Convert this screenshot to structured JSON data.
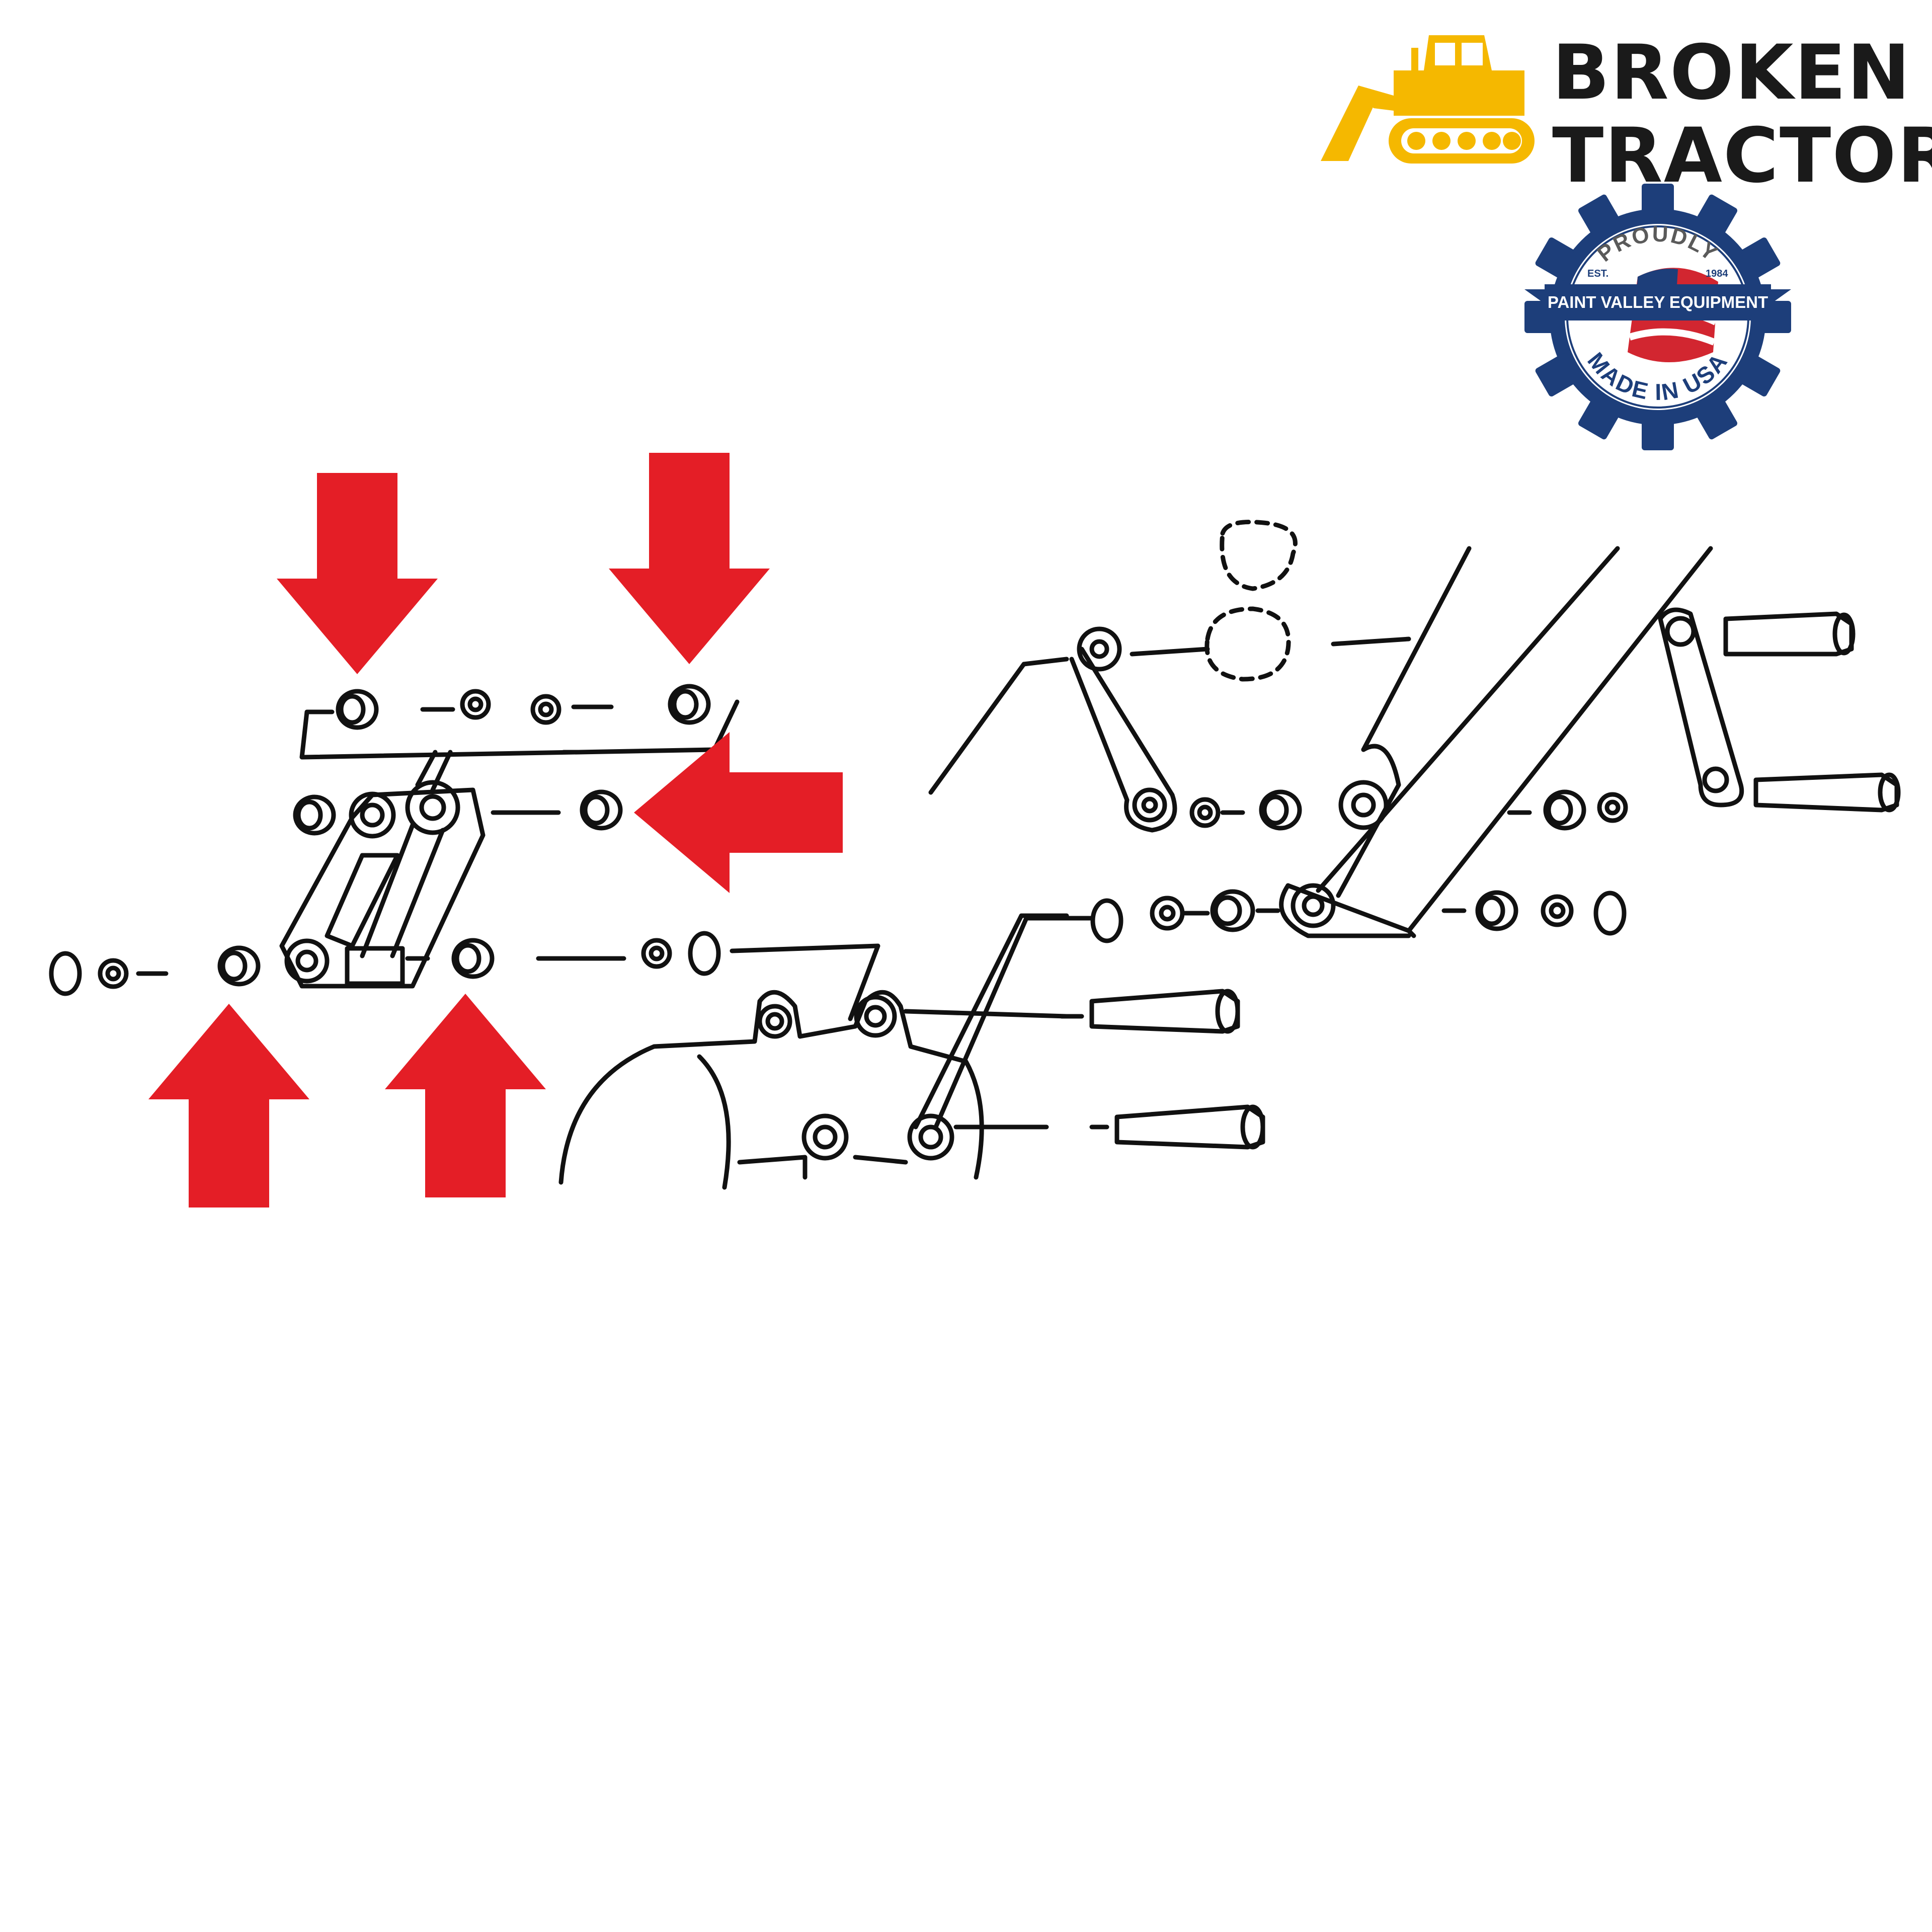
{
  "brand": {
    "line1": "BROKEN",
    "line2": "TRACTOR",
    "color_yellow": "#f5b800",
    "color_text": "#1a1a1a"
  },
  "badge": {
    "top_text": "PROUDLY",
    "est_text": "EST.",
    "year_text": "1984",
    "ribbon_text": "PAINT VALLEY EQUIPMENT",
    "bottom_text": "MADE IN USA",
    "gear_color": "#1d3e7a"
  },
  "diagram": {
    "line_color": "#111111",
    "callout_color": "#e41e26",
    "callouts": [
      {
        "id": "top-left",
        "direction": "down"
      },
      {
        "id": "top-right",
        "direction": "down"
      },
      {
        "id": "middle-right",
        "direction": "left"
      },
      {
        "id": "bottom-left",
        "direction": "up"
      },
      {
        "id": "bottom-middle",
        "direction": "up"
      }
    ]
  }
}
